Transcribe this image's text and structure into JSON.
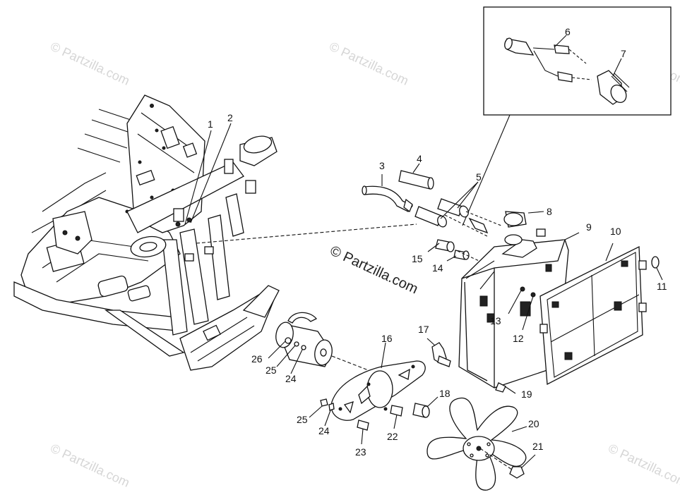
{
  "watermark": {
    "center_text": "© Partzilla.com",
    "corner_text": "© Partzilla.com"
  },
  "callouts": {
    "c1": "1",
    "c2": "2",
    "c3": "3",
    "c4": "4",
    "c5": "5",
    "c6": "6",
    "c7": "7",
    "c8": "8",
    "c9": "9",
    "c10": "10",
    "c11": "11",
    "c12": "12",
    "c13": "13",
    "c14": "14",
    "c15": "15",
    "c16": "16",
    "c17": "17",
    "c18": "18",
    "c19": "19",
    "c20": "20",
    "c21": "21",
    "c22": "22",
    "c23": "23",
    "c24a": "24",
    "c24b": "24",
    "c25a": "25",
    "c25b": "25",
    "c26": "26"
  },
  "colors": {
    "ink": "#111111",
    "watermark": "#d6d6d6",
    "background": "#ffffff"
  }
}
